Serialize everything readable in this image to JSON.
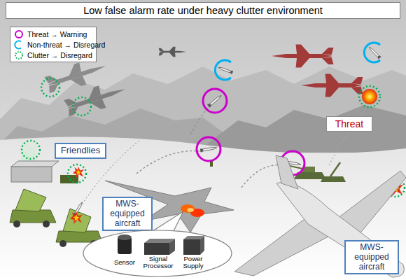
{
  "diagram": {
    "title": "Low false alarm rate under heavy clutter environment",
    "nodes": [
      {
        "text": [
          "Threat"
        ]
      },
      {
        "text": [
          "Friendlies"
        ]
      },
      {
        "text": [
          "MWS-equipped aircraft"
        ]
      },
      {
        "text": [
          "Sensor",
          "Signal Processor",
          "Power Supply"
        ]
      },
      {
        "text": [
          "MWS-equipped aircraft"
        ]
      }
    ],
    "legend": [
      {
        "text": "Threat → Warning"
      },
      {
        "text": "Non-threat → Disregard"
      },
      {
        "text": "Clutter → Disregard"
      }
    ]
  }
}
